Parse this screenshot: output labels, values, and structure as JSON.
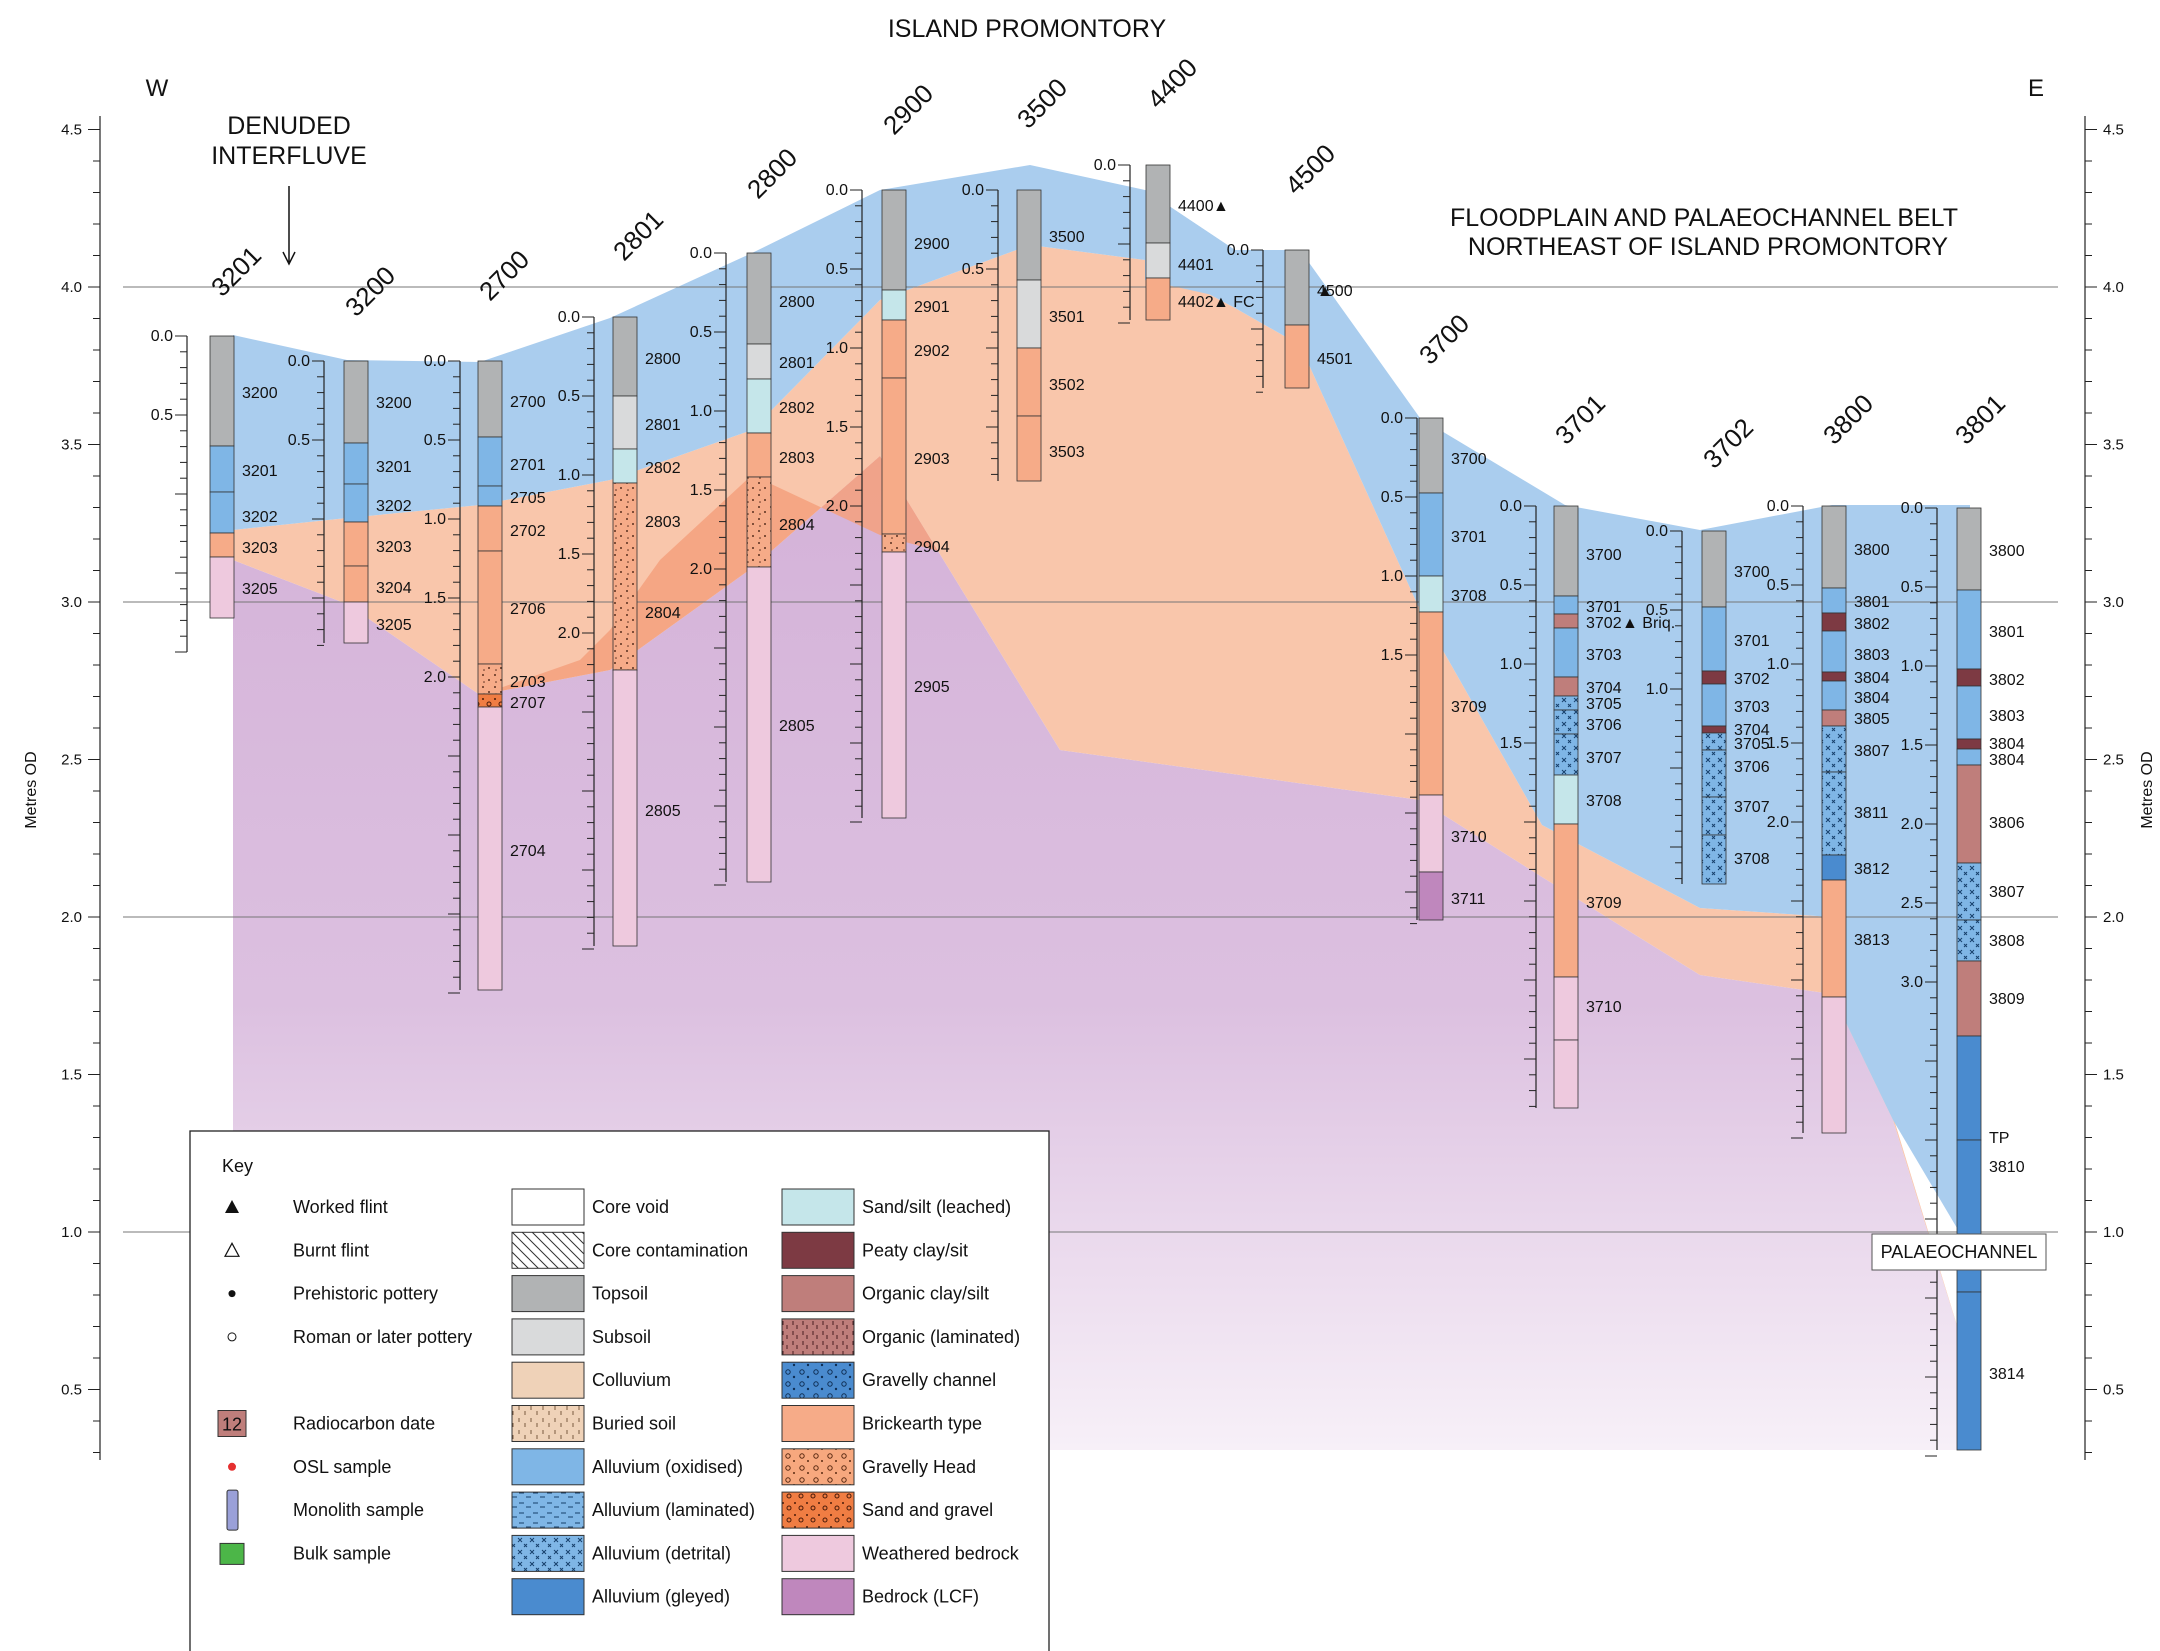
{
  "title": "ISLAND PROMONTORY",
  "west_label": "W",
  "east_label": "E",
  "annotations": {
    "interfluve": [
      "DENUDED",
      "INTERFLUVE"
    ],
    "floodplain": [
      "FLOODPLAIN AND PALAEOCHANNEL BELT",
      "NORTHEAST OF ISLAND PROMONTORY"
    ],
    "palaeochannel": "PALAEOCHANNEL"
  },
  "axis": {
    "label": "Metres OD",
    "ticks": [
      "4.5",
      "4.0",
      "3.5",
      "3.0",
      "2.5",
      "2.0",
      "1.5",
      "1.0",
      "0.5"
    ],
    "gridlines": [
      4.0,
      3.0,
      2.0,
      1.0
    ]
  },
  "colors": {
    "topsoil": "#b1b3b4",
    "subsoil": "#d9dadb",
    "colluvium": "#efd2b8",
    "alluvium_oxidised": "#7fb6e6",
    "alluvium_gleyed": "#4a8bcf",
    "sand_silt_leached": "#c5e6ea",
    "peaty": "#7d3a43",
    "organic": "#bf7e7b",
    "brickearth": "#f6ab88",
    "gravelly_head": "#f7a87e",
    "sand_gravel": "#f07d43",
    "weathered": "#eec9de",
    "bedrock": "#bf87bd",
    "band_alluvium": "#aacdee",
    "band_brickearth": "#f9c6ab",
    "band_head": "#f4a07c",
    "band_bedrock": "#d4b2d8"
  },
  "cores": [
    {
      "id": "3201",
      "depths": [
        "0.0",
        "0.5"
      ],
      "units": [
        "3200",
        "3201",
        "3202",
        "3203",
        "3205"
      ],
      "notes": []
    },
    {
      "id": "3200",
      "depths": [
        "0.0",
        "0.5"
      ],
      "units": [
        "3200",
        "3201",
        "3202",
        "3203",
        "3204",
        "3205"
      ],
      "notes": []
    },
    {
      "id": "2700",
      "depths": [
        "0.0",
        "0.5",
        "1.0",
        "1.5",
        "2.0"
      ],
      "units": [
        "2700",
        "2701",
        "2705",
        "2702",
        "2706",
        "2703",
        "2707",
        "2704"
      ],
      "notes": []
    },
    {
      "id": "2801",
      "depths": [
        "0.0",
        "0.5",
        "1.0",
        "1.5",
        "2.0"
      ],
      "units": [
        "2800",
        "2801",
        "2802",
        "2803",
        "2804",
        "2805"
      ],
      "notes": []
    },
    {
      "id": "2800",
      "depths": [
        "0.0",
        "0.5",
        "1.0",
        "1.5",
        "2.0"
      ],
      "units": [
        "2800",
        "2801",
        "2802",
        "2803",
        "2804",
        "2805"
      ],
      "notes": []
    },
    {
      "id": "2900",
      "depths": [
        "0.0",
        "0.5",
        "1.0",
        "1.5",
        "2.0"
      ],
      "units": [
        "2900",
        "2901",
        "2902",
        "2903",
        "2904",
        "2905"
      ],
      "notes": []
    },
    {
      "id": "3500",
      "depths": [
        "0.0",
        "0.5"
      ],
      "units": [
        "3500",
        "3501",
        "3502",
        "3503"
      ],
      "notes": []
    },
    {
      "id": "4400",
      "depths": [
        "0.0"
      ],
      "units": [
        "4400",
        "4401",
        "4402"
      ],
      "notes": [
        "▲",
        "▲ FC"
      ]
    },
    {
      "id": "4500",
      "depths": [
        "0.0"
      ],
      "units": [
        "4500",
        "4501"
      ],
      "notes": [
        "▲"
      ]
    },
    {
      "id": "3700",
      "depths": [
        "0.0",
        "0.5",
        "1.0",
        "1.5"
      ],
      "units": [
        "3700",
        "3701",
        "3708",
        "3709",
        "3710",
        "3711"
      ],
      "notes": []
    },
    {
      "id": "3701",
      "depths": [
        "0.0",
        "0.5",
        "1.0",
        "1.5"
      ],
      "units": [
        "3700",
        "3701",
        "3702",
        "3703",
        "3704",
        "3705",
        "3706",
        "3707",
        "3708",
        "3709",
        "3710"
      ],
      "notes": [
        "▲ Briq."
      ]
    },
    {
      "id": "3702",
      "depths": [
        "0.0",
        "0.5",
        "1.0"
      ],
      "units": [
        "3700",
        "3701",
        "3702",
        "3703",
        "3704",
        "3705",
        "3706",
        "3707",
        "3708"
      ],
      "notes": []
    },
    {
      "id": "3800",
      "depths": [
        "0.0",
        "0.5",
        "1.0",
        "1.5",
        "2.0"
      ],
      "units": [
        "3800",
        "3801",
        "3802",
        "3803",
        "3804",
        "3804",
        "3805",
        "3807",
        "3811",
        "3812",
        "3813"
      ],
      "notes": []
    },
    {
      "id": "3801",
      "depths": [
        "0.0",
        "0.5",
        "1.0",
        "1.5",
        "2.0",
        "2.5",
        "3.0"
      ],
      "units": [
        "3800",
        "3801",
        "3802",
        "3803",
        "3804",
        "3804",
        "3806",
        "3807",
        "3808",
        "3809",
        "TP",
        "3810",
        "3814"
      ],
      "notes": []
    }
  ],
  "key": {
    "title": "Key",
    "symbols": [
      {
        "label": "Worked flint",
        "icon": "worked-flint-icon"
      },
      {
        "label": "Burnt flint",
        "icon": "burnt-flint-icon"
      },
      {
        "label": "Prehistoric pottery",
        "icon": "prehistoric-pottery-icon"
      },
      {
        "label": "Roman or later pottery",
        "icon": "roman-pottery-icon"
      },
      {
        "label": "Radiocarbon date",
        "icon": "radiocarbon-icon",
        "badge": "12"
      },
      {
        "label": "OSL sample",
        "icon": "osl-sample-icon"
      },
      {
        "label": "Monolith sample",
        "icon": "monolith-sample-icon"
      },
      {
        "label": "Bulk sample",
        "icon": "bulk-sample-icon"
      }
    ],
    "col2": [
      "Core void",
      "Core contamination",
      "Topsoil",
      "Subsoil",
      "Colluvium",
      "Buried soil",
      "Alluvium (oxidised)",
      "Alluvium (laminated)",
      "Alluvium (detrital)",
      "Alluvium (gleyed)"
    ],
    "col3": [
      "Sand/silt (leached)",
      "Peaty clay/sit",
      "Organic clay/silt",
      "Organic (laminated)",
      "Gravelly channel",
      "Brickearth type",
      "Gravelly Head",
      "Sand and gravel",
      "Weathered bedrock",
      "Bedrock (LCF)"
    ]
  }
}
